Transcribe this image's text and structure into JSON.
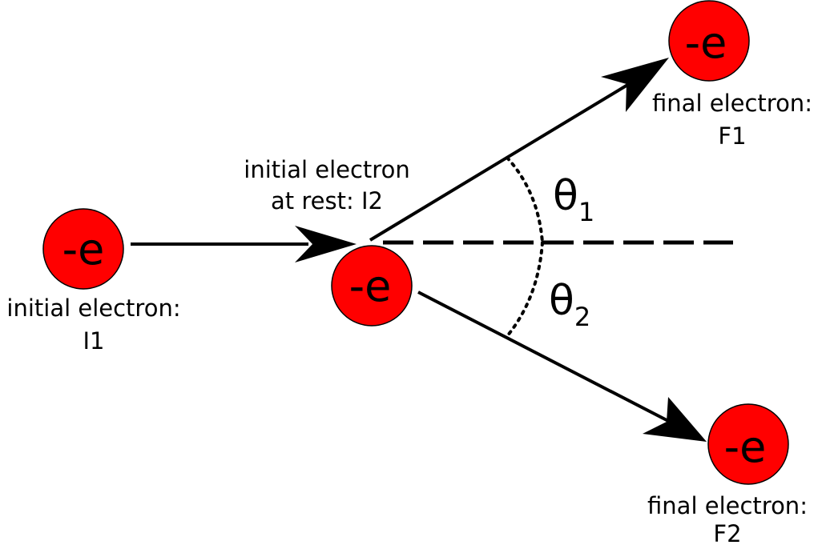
{
  "colors": {
    "electron_fill": "#ff0000",
    "electron_stroke": "#000000",
    "line": "#000000",
    "background": "#ffffff"
  },
  "electrons": {
    "i1": {
      "symbol": "-e",
      "caption_line1": "initial electron:",
      "caption_line2": "I1"
    },
    "i2": {
      "symbol": "-e",
      "caption_line1": "initial electron",
      "caption_line2": "at rest: I2"
    },
    "f1": {
      "symbol": "-e",
      "caption_line1": "final electron:",
      "caption_line2": "F1"
    },
    "f2": {
      "symbol": "-e",
      "caption_line1": "final electron:",
      "caption_line2": "F2"
    }
  },
  "angles": {
    "theta1": {
      "symbol": "θ",
      "subscript": "1"
    },
    "theta2": {
      "symbol": "θ",
      "subscript": "2"
    }
  }
}
